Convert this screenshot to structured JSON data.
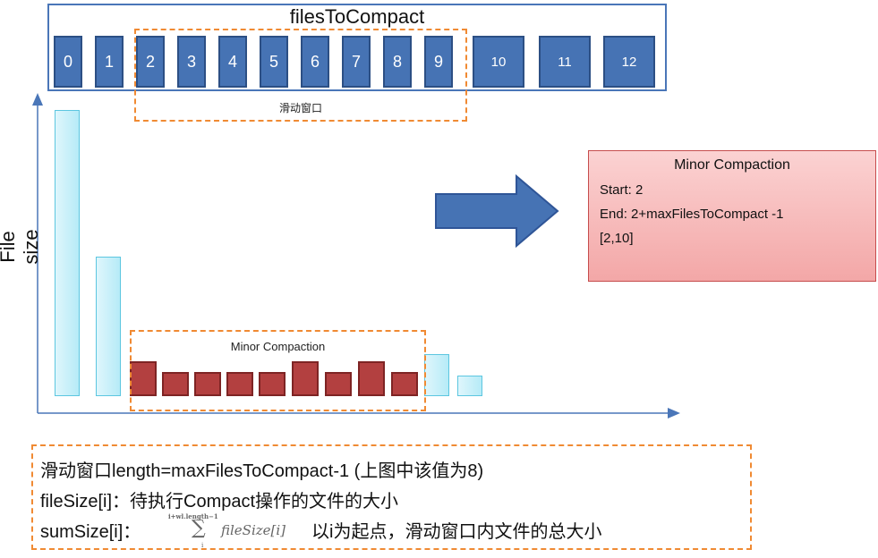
{
  "top": {
    "title": "filesToCompact",
    "files": [
      "0",
      "1",
      "2",
      "3",
      "4",
      "5",
      "6",
      "7",
      "8",
      "9",
      "10",
      "11",
      "12"
    ],
    "window_label": "滑动窗口"
  },
  "chart": {
    "ylabel": "File size",
    "window_label": "Minor Compaction",
    "bar_levels": [
      0.82,
      0.4,
      0.1,
      0.07,
      0.07,
      0.07,
      0.07,
      0.1,
      0.07,
      0.1,
      0.07,
      0.12,
      0.06
    ]
  },
  "result": {
    "title": "Minor Compaction",
    "start": "Start: 2",
    "end": "End: 2+maxFilesToCompact -1",
    "range": "[2,10]"
  },
  "notes": {
    "line1": "滑动窗口length=maxFilesToCompact-1 (上图中该值为8)",
    "line2": "fileSize[i]：待执行Compact操作的文件的大小",
    "line3_prefix": "sumSize[i]：",
    "sum_upper": "i+wl.length−1",
    "sum_symbol": "∑",
    "sum_lower": "i",
    "sum_term": "fileSize[i]",
    "line3_suffix": "以i为起点，滑动窗口内文件的总大小"
  },
  "colors": {
    "file_box": "#4673b4",
    "dash": "#f08a33",
    "bar_red": "#b34040",
    "bar_blue": "#b6ebf7",
    "arrow": "#4673b4",
    "result_bg": "#f3a7a7"
  }
}
